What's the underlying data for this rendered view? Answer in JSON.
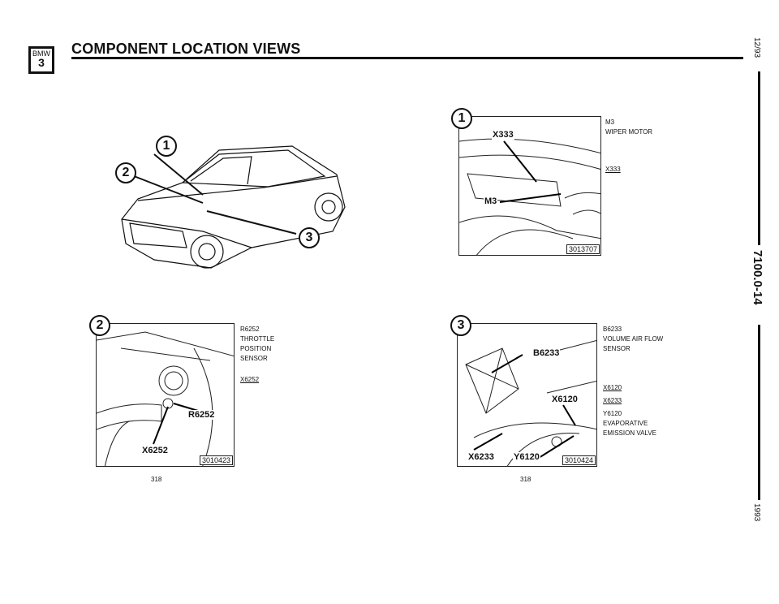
{
  "header": {
    "logo_top": "BMW",
    "logo_bottom": "3",
    "title": "COMPONENT LOCATION VIEWS"
  },
  "margin": {
    "date": "12/93",
    "section": "7100.0-14",
    "year": "1993"
  },
  "overview": {
    "callouts": [
      "1",
      "2",
      "3"
    ]
  },
  "views": [
    {
      "number": "1",
      "figure_id": "3013707",
      "callouts": [
        "X333",
        "M3"
      ],
      "legend": [
        {
          "code": "M3",
          "desc": "WIPER MOTOR"
        },
        {
          "code": "X333",
          "desc": ""
        }
      ],
      "page": ""
    },
    {
      "number": "2",
      "figure_id": "3010423",
      "callouts": [
        "R6252",
        "X6252"
      ],
      "legend": [
        {
          "code": "R6252",
          "desc": "THROTTLE POSITION SENSOR"
        },
        {
          "code": "X6252",
          "desc": ""
        }
      ],
      "page": "318"
    },
    {
      "number": "3",
      "figure_id": "3010424",
      "callouts": [
        "B6233",
        "X6120",
        "X6233",
        "Y6120"
      ],
      "legend": [
        {
          "code": "B6233",
          "desc": "VOLUME AIR FLOW SENSOR"
        },
        {
          "code": "X6120",
          "desc": ""
        },
        {
          "code": "X6233",
          "desc": ""
        },
        {
          "code": "Y6120",
          "desc": "EVAPORATIVE EMISSION VALVE"
        }
      ],
      "page": "318"
    }
  ]
}
